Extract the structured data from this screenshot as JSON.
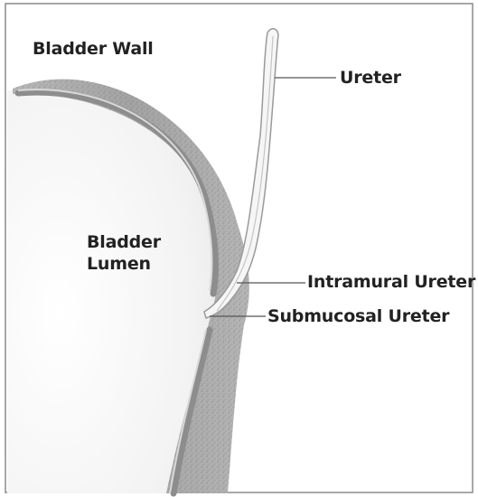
{
  "labels": {
    "bladder_wall": "Bladder Wall",
    "bladder_lumen_line1": "Bladder",
    "bladder_lumen_line2": "Lumen",
    "ureter": "Ureter",
    "intramural_ureter": "Intramural Ureter",
    "submucosal_ureter": "Submucosal Ureter"
  },
  "colors": {
    "background": "#ffffff",
    "frame": "#8a8a8a",
    "wall_fill": "#a9a9a9",
    "wall_stipple": "#7b7b7b",
    "mucosa_fill": "#cdcdcd",
    "lumen_fill": "#f0f0f0",
    "ureter_fill": "#f6f6f6",
    "ureter_outline": "#9a9a9a",
    "leader_line": "#555555",
    "text": "#222222"
  }
}
